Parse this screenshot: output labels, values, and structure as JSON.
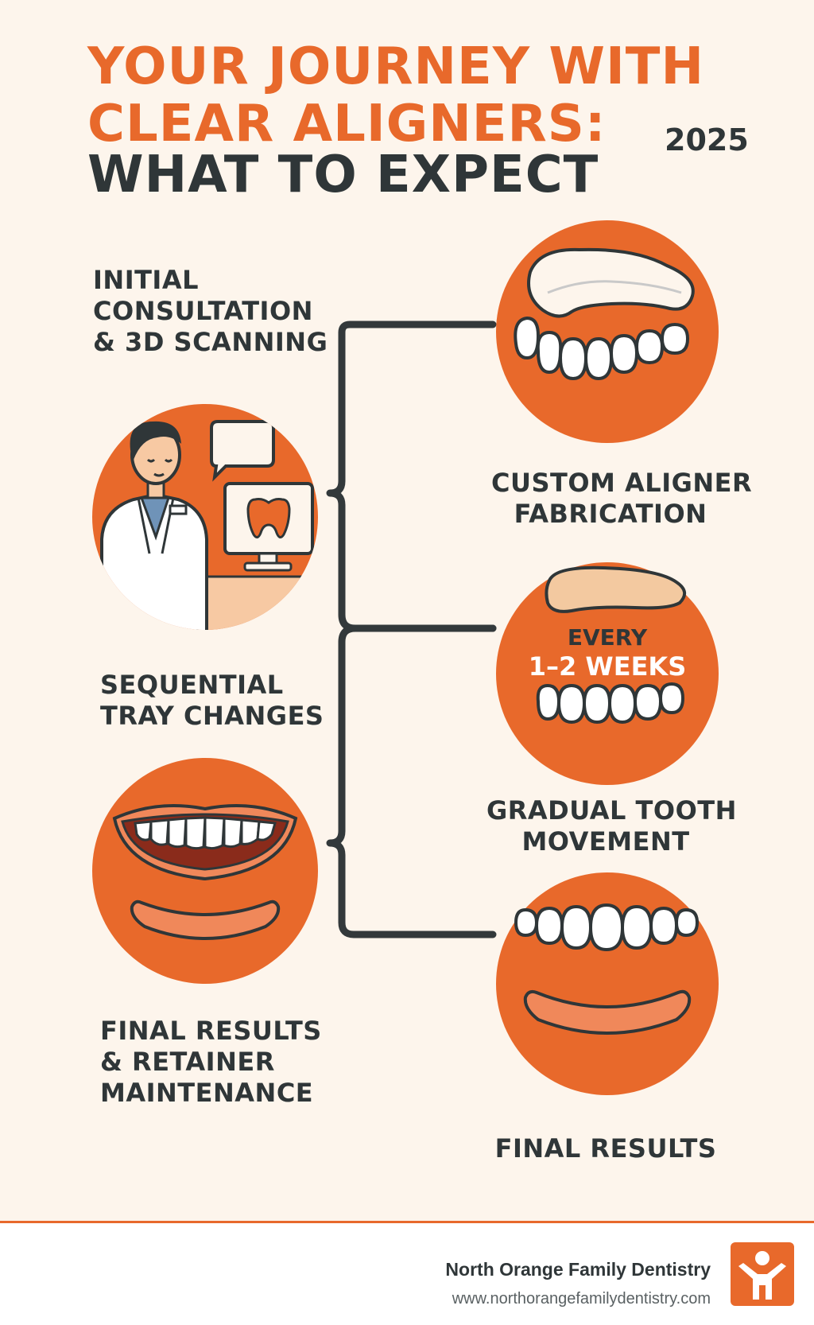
{
  "title": {
    "line1": "YOUR JOURNEY WITH",
    "line2": "CLEAR ALIGNERS:",
    "line3": "WHAT TO EXPECT"
  },
  "year": "2025",
  "steps": [
    {
      "lines": [
        "INITIAL",
        "CONSULTATION",
        "& 3D SCANNING"
      ]
    },
    {
      "lines": [
        "CUSTOM ALIGNER",
        "FABRICATION"
      ]
    },
    {
      "lines": [
        "SEQUENTIAL",
        "TRAY CHANGES"
      ]
    },
    {
      "lines": [
        "GRADUAL TOOTH",
        "MOVEMENT"
      ]
    },
    {
      "lines": [
        "FINAL RESULTS",
        "& RETAINER",
        "MAINTENANCE"
      ]
    },
    {
      "lines": [
        "FINAL RESULTS"
      ]
    }
  ],
  "tray_badge": {
    "line1": "EVERY",
    "line2": "1–2 WEEKS"
  },
  "footer": {
    "brand": "North Orange Family Dentistry",
    "url": "www.northorangefamilydentistry.com"
  },
  "colors": {
    "accent": "#e8692b",
    "dark": "#2f3638",
    "background": "#fdf5ec"
  },
  "icons": [
    "dentist-icon",
    "speech-bubble-icon",
    "tooth-monitor-icon",
    "aligner-tray-icon",
    "teeth-icon",
    "smile-icon"
  ]
}
